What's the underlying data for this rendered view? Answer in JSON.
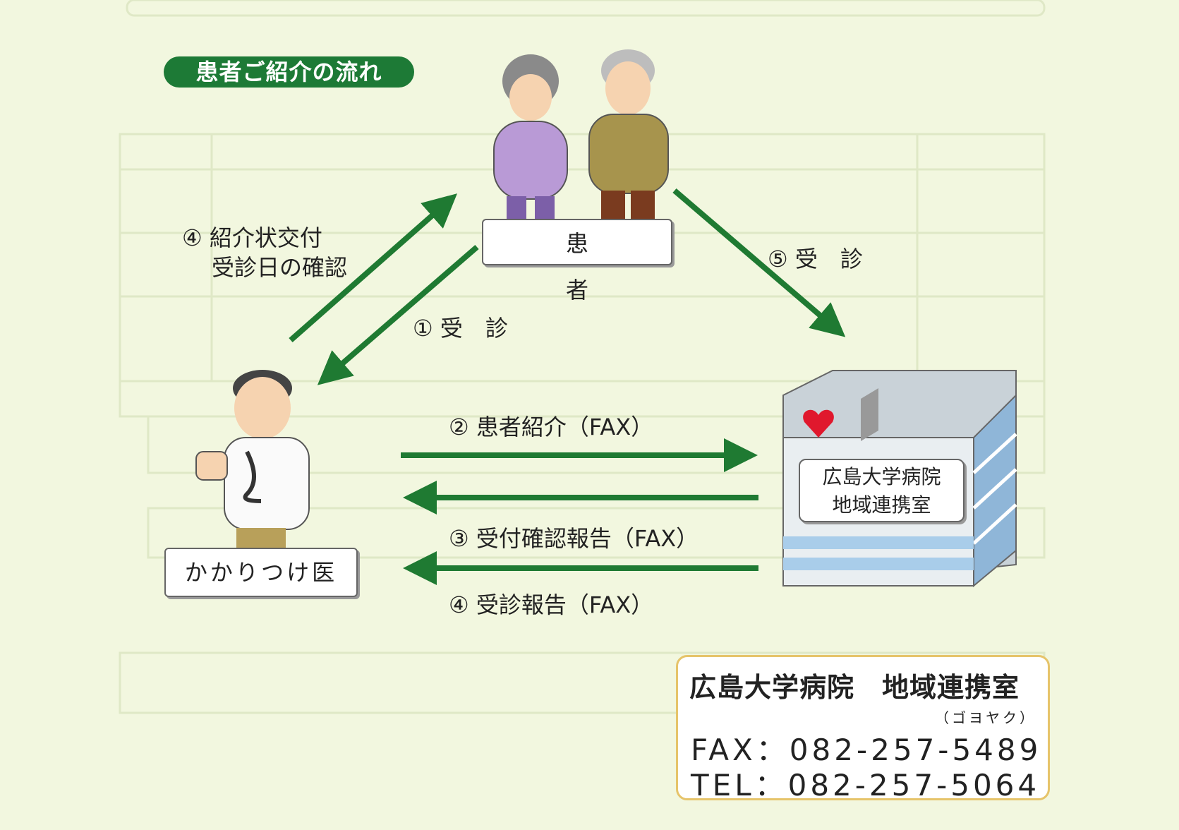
{
  "title": "患者ご紹介の流れ",
  "nodes": {
    "patient": "患　者",
    "doctor": "かかりつけ医",
    "hospital_line1": "広島大学病院",
    "hospital_line2": "地域連携室"
  },
  "steps": {
    "step1": "① 受　診",
    "step2": "② 患者紹介（FAX）",
    "step3": "③ 受付確認報告（FAX）",
    "step4_fax": "④ 受診報告（FAX）",
    "step4_doc_line1": "④ 紹介状交付",
    "step4_doc_line2": "受診日の確認",
    "step5": "⑤ 受　診"
  },
  "contact": {
    "name": "広島大学病院　地域連携室",
    "fax_reading": "（ゴヨヤク）",
    "fax": "FAX：082-257-5489",
    "tel": "TEL：082-257-5064"
  },
  "colors": {
    "arrow": "#1f7a32",
    "pill": "#1d7a36",
    "background": "#f2f7df",
    "contact_border": "#e6c46a"
  }
}
